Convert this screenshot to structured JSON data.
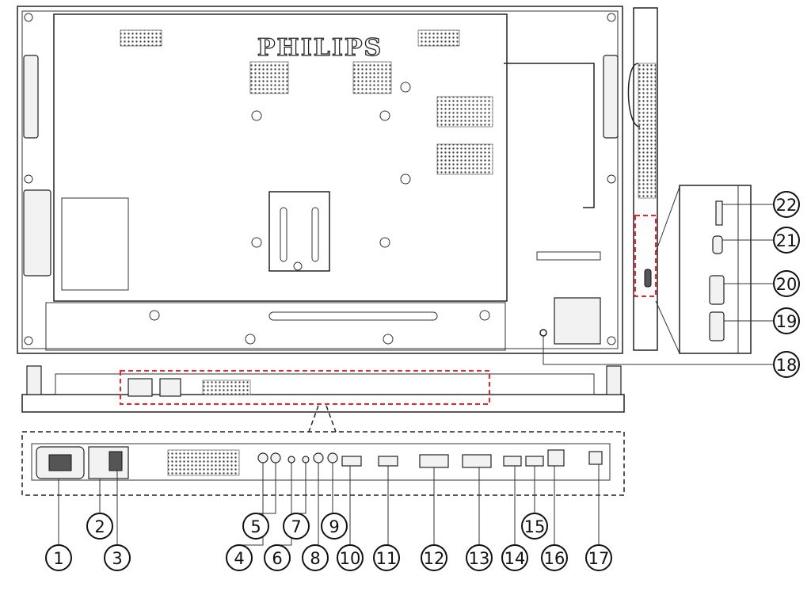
{
  "diagram": {
    "title": "Rear panel input/output terminals",
    "brand_logo": "PHILIPS",
    "callouts": [
      "1",
      "2",
      "3",
      "4",
      "5",
      "6",
      "7",
      "8",
      "9",
      "10",
      "11",
      "12",
      "13",
      "14",
      "15",
      "16",
      "17",
      "18",
      "19",
      "20",
      "21",
      "22"
    ],
    "colors": {
      "highlight": "#e8262b",
      "line": "#222222"
    }
  }
}
